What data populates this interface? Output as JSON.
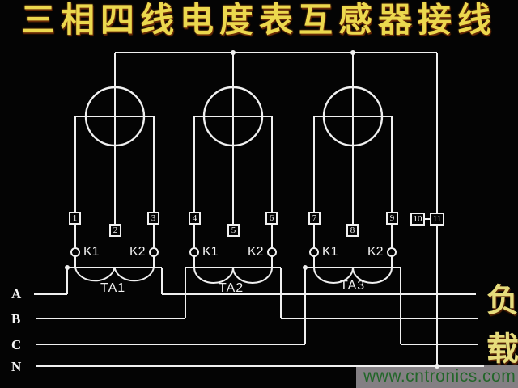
{
  "title": "三相四线电度表互感器接线",
  "load_label": "负载",
  "watermark": "www.cntronics.com",
  "phases": [
    "A",
    "B",
    "C",
    "N"
  ],
  "terminals": [
    "1",
    "2",
    "3",
    "4",
    "5",
    "6",
    "7",
    "8",
    "9",
    "10",
    "11"
  ],
  "ct": {
    "labels": [
      "TA1",
      "TA2",
      "TA3"
    ],
    "secondary_terminals": [
      "K1",
      "K2",
      "K1",
      "K2",
      "K1",
      "K2"
    ]
  },
  "colors": {
    "background": "#040404",
    "wire": "#f0f0f0",
    "title": "#ecd84e",
    "load": "#e6dc7c",
    "watermark_green": "#226629",
    "band_gray": "#837f83"
  }
}
